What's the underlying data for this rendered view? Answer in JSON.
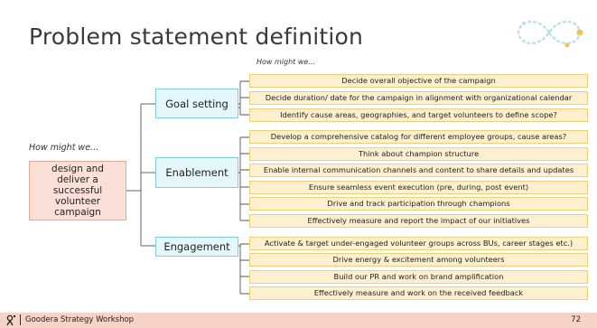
{
  "slide": {
    "title": "Problem statement definition",
    "prompt_top": "How might we…",
    "prompt_left": "How might we…",
    "root_text": "design and deliver a successful volunteer campaign"
  },
  "categories": [
    {
      "label": "Goal setting",
      "items": [
        "Decide overall objective of the campaign",
        "Decide duration/ date for the campaign in alignment with organizational calendar",
        "Identify cause areas, geographies, and target volunteers to define scope?"
      ]
    },
    {
      "label": "Enablement",
      "items": [
        "Develop a comprehensive catalog for different employee groups, cause areas?",
        "Think about champion structure",
        "Enable internal communication channels and content to share details and updates",
        "Ensure seamless event execution (pre, during, post event)",
        "Drive and track participation through champions",
        "Effectively measure and report the impact of our initiatives"
      ]
    },
    {
      "label": "Engagement",
      "items": [
        "Activate & target under-engaged volunteer groups across BUs, career stages etc.)",
        "Drive energy & excitement among volunteers",
        "Build our PR and work on brand amplification",
        "Effectively measure and work on the received feedback"
      ]
    }
  ],
  "footer": {
    "text": "Goodera Strategy Workshop",
    "page_number": "72"
  },
  "colors": {
    "root_fill": "#fbe0d8",
    "category_fill": "#e6f7fb",
    "item_fill": "#fdf0cf",
    "footer_fill": "#f6d3c6"
  }
}
